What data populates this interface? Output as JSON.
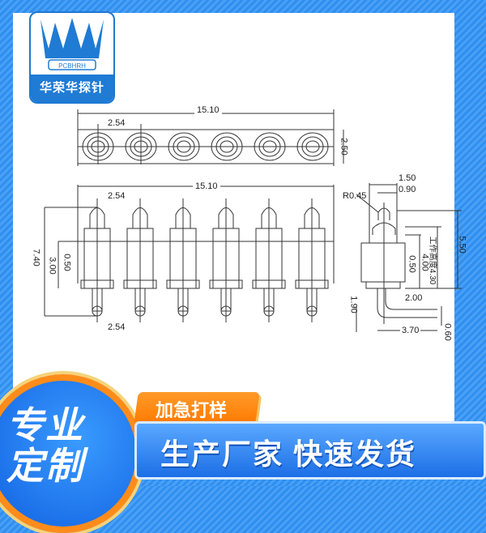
{
  "brand": {
    "name": "华荣华探针",
    "logo_text": "PCBHRH",
    "color": "#1f7bd4"
  },
  "top_view": {
    "length": "15.10",
    "pitch": "2.54",
    "width": "2.50",
    "pins": 6
  },
  "front_view": {
    "length": "15.10",
    "pitch_top": "2.54",
    "pitch_bottom": "2.54",
    "height_total": "7.40",
    "height_body": "3.00",
    "base": "0.50"
  },
  "side_view": {
    "width": "1.50",
    "tip": "0.90",
    "radius": "R0.45",
    "height": "5.50",
    "working_height": "工作高度4.30",
    "body": "4.00",
    "base": "0.50",
    "leg_offset": "2.00",
    "leg_height": "1.90",
    "leg_length": "3.70",
    "leg_thickness": "0.60"
  },
  "promo": {
    "badge": "专业定制",
    "badge_line1": "专业",
    "badge_line2": "定制",
    "tag": "加急打样",
    "banner": "生产厂家 快速发货",
    "accent_orange": "#ff7a00",
    "accent_blue": "#1c6fe6"
  }
}
